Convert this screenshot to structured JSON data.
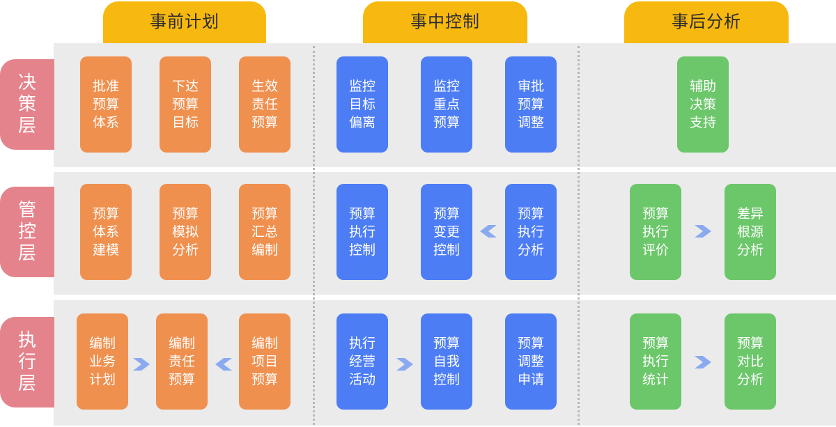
{
  "colors": {
    "phase": "#f7b90f",
    "layer": "#e5838c",
    "band": "#ebebeb",
    "orange": "#f0904f",
    "blue": "#4d7df5",
    "green": "#6cc76b",
    "arrow": "#8aaaf0"
  },
  "phases": [
    "事前计划",
    "事中控制",
    "事后分析"
  ],
  "layers": [
    "决策层",
    "管控层",
    "执行层"
  ],
  "boxes": {
    "decision": [
      "批准预算体系",
      "下达预算目标",
      "生效责任预算",
      "监控目标偏离",
      "监控重点预算",
      "审批预算调整",
      "辅助决策支持"
    ],
    "control": [
      "预算体系建模",
      "预算模拟分析",
      "预算汇总编制",
      "预算执行控制",
      "预算变更控制",
      "预算执行分析",
      "预算执行评价",
      "差异根源分析"
    ],
    "execution": [
      "编制业务计划",
      "编制责任预算",
      "编制项目预算",
      "执行经营活动",
      "预算自我控制",
      "预算调整申请",
      "预算执行统计",
      "预算对比分析"
    ]
  },
  "arrows": {
    "control_change_from_analysis": "chevron-left-icon",
    "control_eval_to_root": "chevron-right-icon",
    "exec_business_to_responsibility": "chevron-right-icon",
    "exec_project_to_responsibility": "chevron-left-icon",
    "exec_activity_to_self": "chevron-right-icon",
    "exec_stat_to_compare": "chevron-right-icon"
  }
}
